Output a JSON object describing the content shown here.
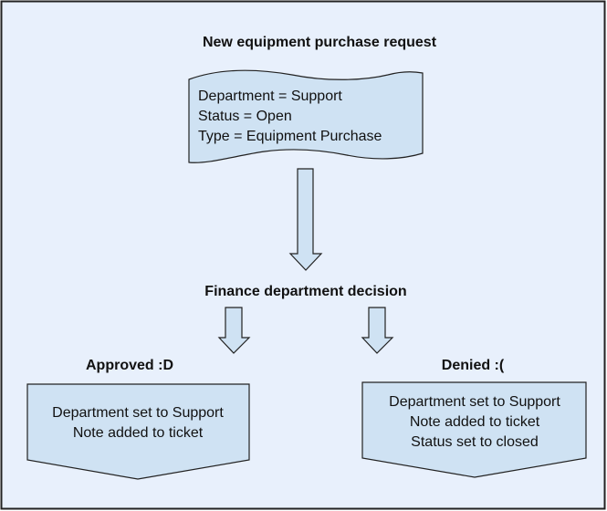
{
  "diagram": {
    "title": "New equipment purchase request",
    "request_box": {
      "lines": [
        "Department = Support",
        "Status = Open",
        "Type = Equipment Purchase"
      ]
    },
    "decision_label": "Finance department decision",
    "approved": {
      "label": "Approved :D",
      "lines": [
        "Department set to Support",
        "Note added to ticket"
      ]
    },
    "denied": {
      "label": "Denied :(",
      "lines": [
        "Department set to Support",
        "Note added to ticket",
        "Status set to closed"
      ]
    }
  },
  "colors": {
    "background": "#e8f0fc",
    "shape_fill": "#cfe2f3",
    "stroke": "#222222",
    "text": "#111111"
  }
}
